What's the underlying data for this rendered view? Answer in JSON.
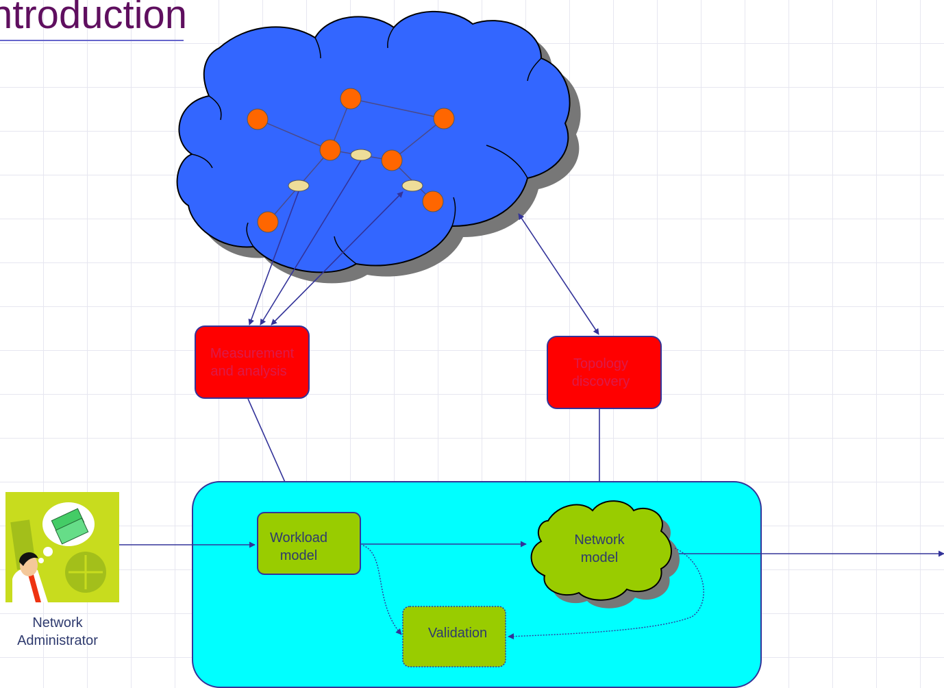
{
  "title": "ntroduction",
  "boxes": {
    "measurement": [
      "Measurement",
      "and analysis"
    ],
    "topology": [
      "Topology",
      "discovery"
    ],
    "workload": [
      "Workload",
      "model"
    ],
    "network_model": [
      "Network",
      "model"
    ],
    "validation": "Validation"
  },
  "administrator": [
    "Network",
    "Administrator"
  ],
  "colors": {
    "title": "#5f0f5f",
    "cloud": "#3366ff",
    "node": "#ff6600",
    "red_box": "#ff0000",
    "model_panel": "#00ffff",
    "model_box": "#99cc00",
    "arrow": "#333399"
  }
}
